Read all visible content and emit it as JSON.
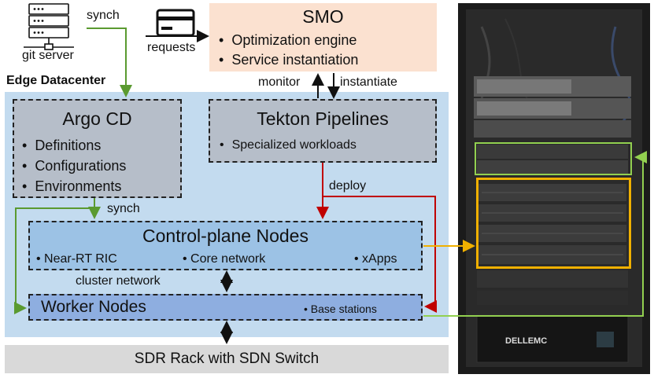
{
  "git_server": {
    "label": "git server"
  },
  "edge_datacenter": {
    "title": "Edge Datacenter"
  },
  "smo": {
    "title": "SMO",
    "items": [
      "Optimization engine",
      "Service instantiation"
    ]
  },
  "requests": {
    "label": "requests"
  },
  "argo": {
    "title": "Argo CD",
    "items": [
      "Definitions",
      "Configurations",
      "Environments"
    ]
  },
  "tekton": {
    "title": "Tekton Pipelines",
    "items": [
      "Specialized workloads"
    ]
  },
  "control_plane": {
    "title": "Control-plane Nodes",
    "items": [
      "Near-RT RIC",
      "Core network",
      "xApps"
    ]
  },
  "worker": {
    "title": "Worker Nodes",
    "items": [
      "Base stations"
    ]
  },
  "sdr": {
    "label": "SDR Rack with SDN Switch"
  },
  "labels": {
    "synch_top": "synch",
    "synch_mid": "synch",
    "monitor": "monitor",
    "instantiate": "instantiate",
    "deploy": "deploy",
    "cluster_network": "cluster network"
  },
  "rack_photo": {
    "brand": "DELLEMC"
  },
  "colors": {
    "green_arrow": "#5a9a30",
    "red_arrow": "#c00000",
    "yellow_arrow": "#f0b000",
    "lightgreen_arrow": "#92d050",
    "datacenter_bg": "#c3dbef",
    "smo_bg": "#fbe1d0",
    "gray_box": "#b6bec9",
    "control_plane_bg": "#9cc2e5",
    "worker_bg": "#8eaee0",
    "sdr_bg": "#d9d9d9"
  }
}
